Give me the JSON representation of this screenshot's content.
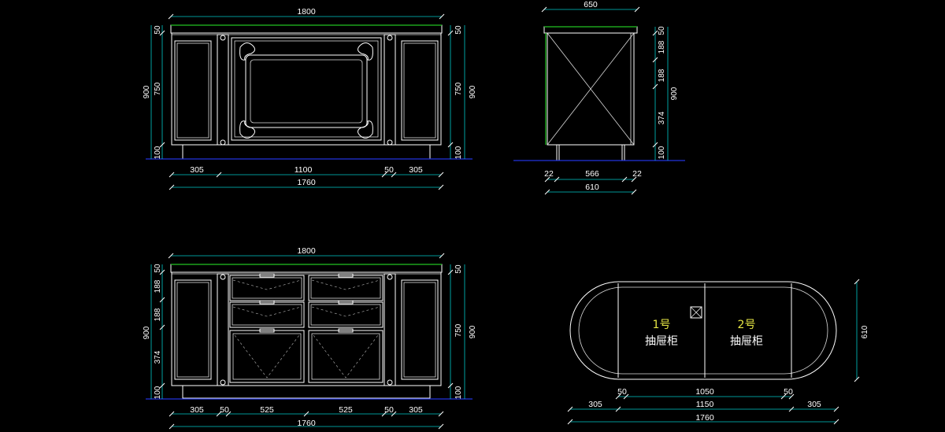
{
  "front_view": {
    "top_width": "1800",
    "base_width": "1760",
    "left_heights": [
      "50",
      "750",
      "100"
    ],
    "left_total": "900",
    "right_heights": [
      "50",
      "750",
      "100"
    ],
    "right_total": "900",
    "bottom_segments": [
      "305",
      "1100",
      "50",
      "305"
    ]
  },
  "side_view": {
    "top_width": "650",
    "right_heights": [
      "50",
      "188",
      "188",
      "374",
      "100"
    ],
    "right_total": "900",
    "bottom_segments": [
      "22",
      "566",
      "22"
    ],
    "bottom_total": "610"
  },
  "back_view": {
    "top_width": "1800",
    "base_width": "1760",
    "left_heights": [
      "50",
      "188",
      "188",
      "374",
      "100"
    ],
    "left_total": "900",
    "right_heights": [
      "50",
      "750",
      "100"
    ],
    "right_total": "900",
    "bottom_segments": [
      "305",
      "50",
      "525",
      "525",
      "50",
      "305"
    ]
  },
  "plan_view": {
    "cabinet_1_number": "1号",
    "cabinet_1_name": "抽屉柜",
    "cabinet_2_number": "2号",
    "cabinet_2_name": "抽屉柜",
    "depth": "610",
    "inner_segments": [
      "50",
      "1050",
      "50"
    ],
    "outer_segments": [
      "305",
      "1150",
      "305"
    ],
    "total": "1760"
  },
  "colors": {
    "background": "#000000",
    "lines": "#ffffff",
    "dimension_lines": "#00c8c8",
    "top_edge": "#22c422",
    "floor_line": "#2233dd",
    "cabinet_number": "#e6e644"
  }
}
